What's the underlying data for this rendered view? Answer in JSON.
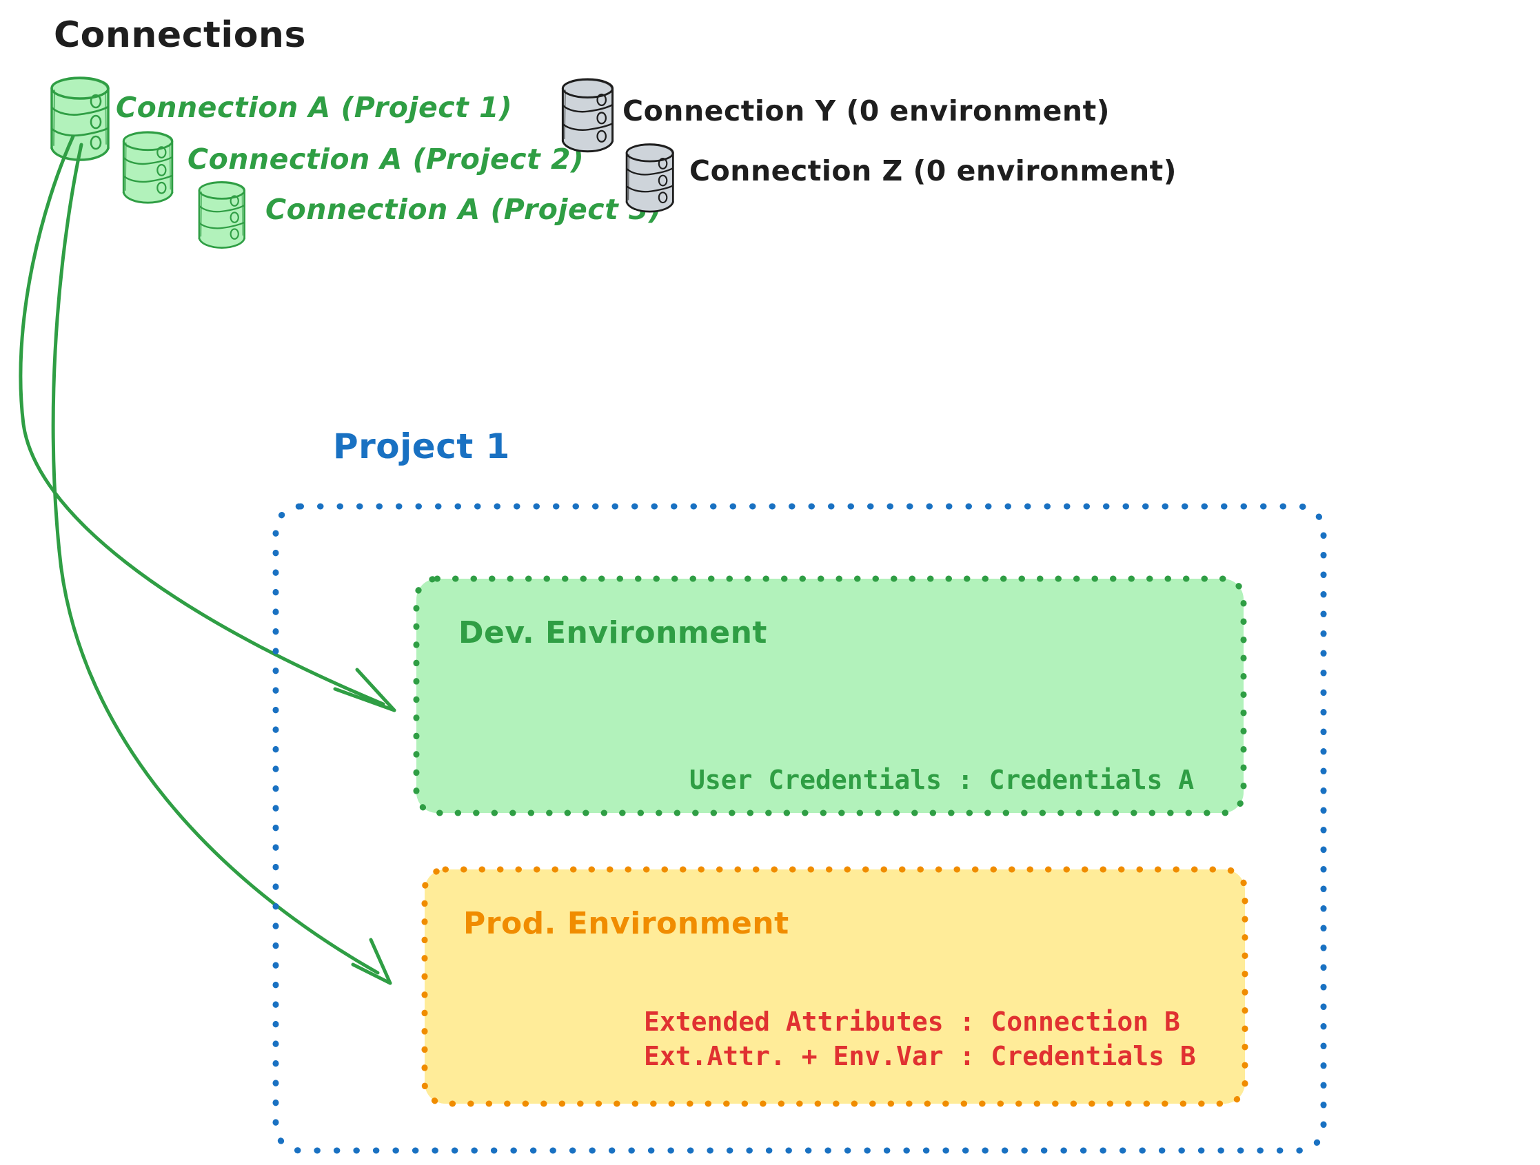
{
  "page": {
    "title": "Connections",
    "background": "#ffffff"
  },
  "colors": {
    "ink_black": "#1e1e1e",
    "green_stroke": "#2f9e44",
    "green_fill": "#b2f2bb",
    "gray_fill": "#ced4da",
    "gray_stroke": "#1e1e1e",
    "blue": "#1971c2",
    "orange": "#f08c00",
    "orange_fill": "#ffec99",
    "red": "#e03131",
    "green_text": "#2f9e44"
  },
  "connections_section": {
    "heading": "Connections",
    "green_connections": [
      {
        "label": "Connection A (Project 1)",
        "icon": "database-icon",
        "color": "#2f9e44"
      },
      {
        "label": "Connection A (Project 2)",
        "icon": "database-icon",
        "color": "#2f9e44"
      },
      {
        "label": "Connection A (Project 3)",
        "icon": "database-icon",
        "color": "#2f9e44"
      }
    ],
    "gray_connections": [
      {
        "label": "Connection Y (0 environment)",
        "icon": "database-icon",
        "color": "#1e1e1e"
      },
      {
        "label": "Connection Z (0 environment)",
        "icon": "database-icon",
        "color": "#1e1e1e"
      }
    ]
  },
  "project": {
    "title": "Project 1",
    "title_color": "#1971c2",
    "border_style": "dotted",
    "border_color": "#1971c2",
    "environments": [
      {
        "name": "Dev. Environment",
        "accent": "#2f9e44",
        "fill": "#b2f2bb",
        "rows": [
          {
            "text": "User Credentials : Credentials A",
            "color": "#2f9e44"
          }
        ]
      },
      {
        "name": "Prod. Environment",
        "accent": "#f08c00",
        "fill": "#ffec99",
        "rows": [
          {
            "text": "Extended Attributes : Connection B",
            "color": "#e03131"
          },
          {
            "text": "Ext.Attr. + Env.Var : Credentials B",
            "color": "#e03131"
          }
        ]
      }
    ]
  },
  "arrows": [
    {
      "name": "arrow-connection-a-project1-to-dev-environment",
      "color": "#2f9e44"
    },
    {
      "name": "arrow-connection-a-project1-to-prod-environment",
      "color": "#2f9e44"
    }
  ]
}
